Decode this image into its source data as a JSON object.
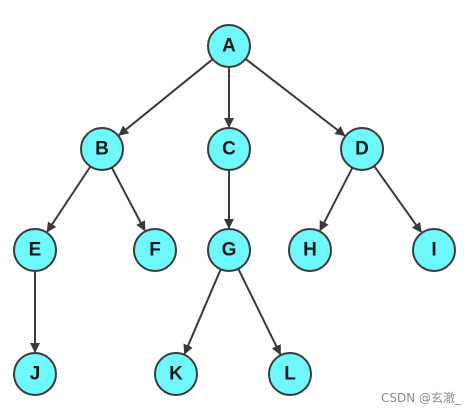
{
  "tree": {
    "nodes": [
      {
        "id": "A",
        "label": "A"
      },
      {
        "id": "B",
        "label": "B"
      },
      {
        "id": "C",
        "label": "C"
      },
      {
        "id": "D",
        "label": "D"
      },
      {
        "id": "E",
        "label": "E"
      },
      {
        "id": "F",
        "label": "F"
      },
      {
        "id": "G",
        "label": "G"
      },
      {
        "id": "H",
        "label": "H"
      },
      {
        "id": "I",
        "label": "I"
      },
      {
        "id": "J",
        "label": "J"
      },
      {
        "id": "K",
        "label": "K"
      },
      {
        "id": "L",
        "label": "L"
      }
    ],
    "edges": [
      {
        "from": "A",
        "to": "B"
      },
      {
        "from": "A",
        "to": "C"
      },
      {
        "from": "A",
        "to": "D"
      },
      {
        "from": "B",
        "to": "E"
      },
      {
        "from": "B",
        "to": "F"
      },
      {
        "from": "C",
        "to": "G"
      },
      {
        "from": "D",
        "to": "H"
      },
      {
        "from": "D",
        "to": "I"
      },
      {
        "from": "E",
        "to": "J"
      },
      {
        "from": "G",
        "to": "K"
      },
      {
        "from": "G",
        "to": "L"
      }
    ]
  },
  "colors": {
    "node_fill": "#6ef8fb",
    "node_stroke": "#3a3a3a",
    "edge": "#3a3a3a",
    "label": "#1a1a1a",
    "watermark": "#8a8a8a"
  },
  "watermark": "CSDN @玄澈_"
}
